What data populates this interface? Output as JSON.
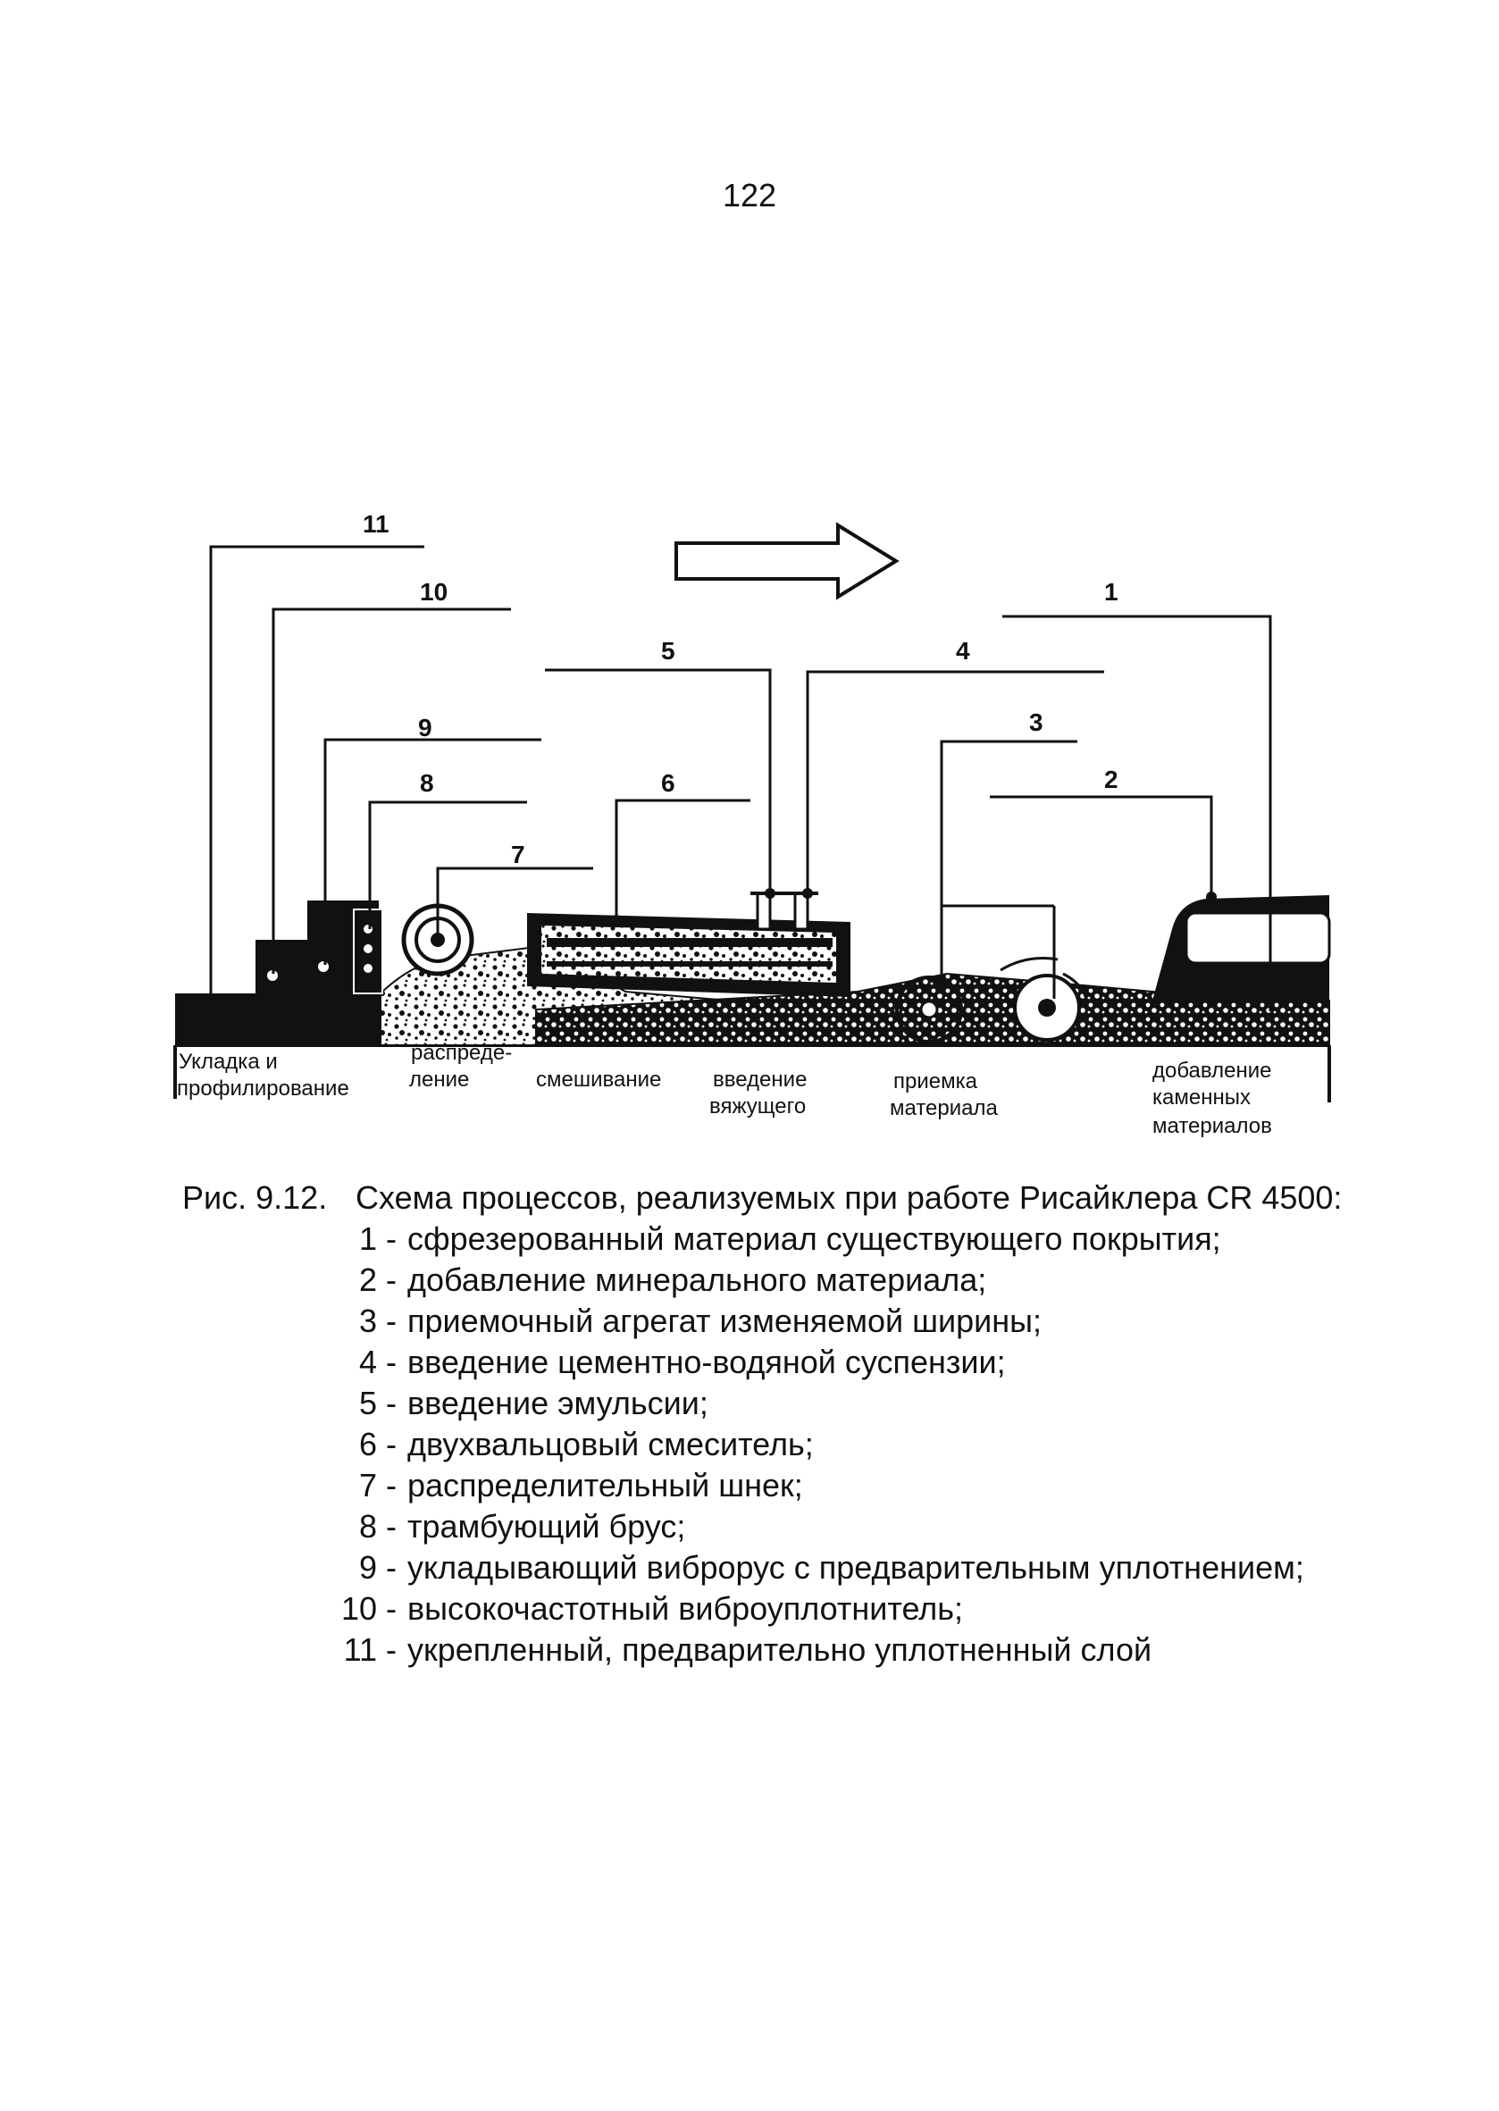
{
  "page_number": "122",
  "diagram": {
    "callouts": [
      "1",
      "2",
      "3",
      "4",
      "5",
      "6",
      "7",
      "8",
      "9",
      "10",
      "11"
    ],
    "stages": {
      "laying_1": "Укладка и",
      "laying_2": "профилирование",
      "distribution_1": "распреде-",
      "distribution_2": "ление",
      "mixing": "смешивание",
      "binder_1": "введение",
      "binder_2": "вяжущего",
      "intake_1": "приемка",
      "intake_2": "материала",
      "stone_1": "добавление",
      "stone_2": "каменных",
      "stone_3": "материалов"
    }
  },
  "caption": {
    "figure_number": "Рис. 9.12.",
    "title": "Схема процессов, реализуемых при работе Рисайклера CR 4500:",
    "legend": [
      {
        "num": "1",
        "text": "сфрезерованный материал существующего покрытия;"
      },
      {
        "num": "2",
        "text": "добавление минерального материала;"
      },
      {
        "num": "3",
        "text": "приемочный агрегат изменяемой ширины;"
      },
      {
        "num": "4",
        "text": "введение цементно-водяной суспензии;"
      },
      {
        "num": "5",
        "text": "введение эмульсии;"
      },
      {
        "num": "6",
        "text": "двухвальцовый смеситель;"
      },
      {
        "num": "7",
        "text": "распределительный шнек;"
      },
      {
        "num": "8",
        "text": "трамбующий брус;"
      },
      {
        "num": "9",
        "text": "укладывающий виброрус с предварительным уплотнением;"
      },
      {
        "num": "10",
        "text": "высокочастотный виброуплотнитель;"
      },
      {
        "num": "11",
        "text": "укрепленный, предварительно уплотненный слой"
      }
    ]
  }
}
